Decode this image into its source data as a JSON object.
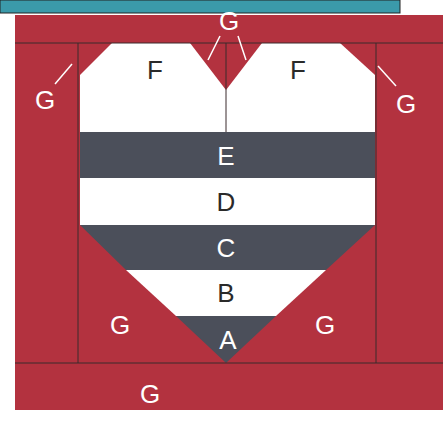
{
  "diagram": {
    "labels": [
      "G",
      "G",
      "G",
      "F",
      "F",
      "E",
      "D",
      "C",
      "B",
      "A",
      "G",
      "G",
      "G"
    ]
  }
}
